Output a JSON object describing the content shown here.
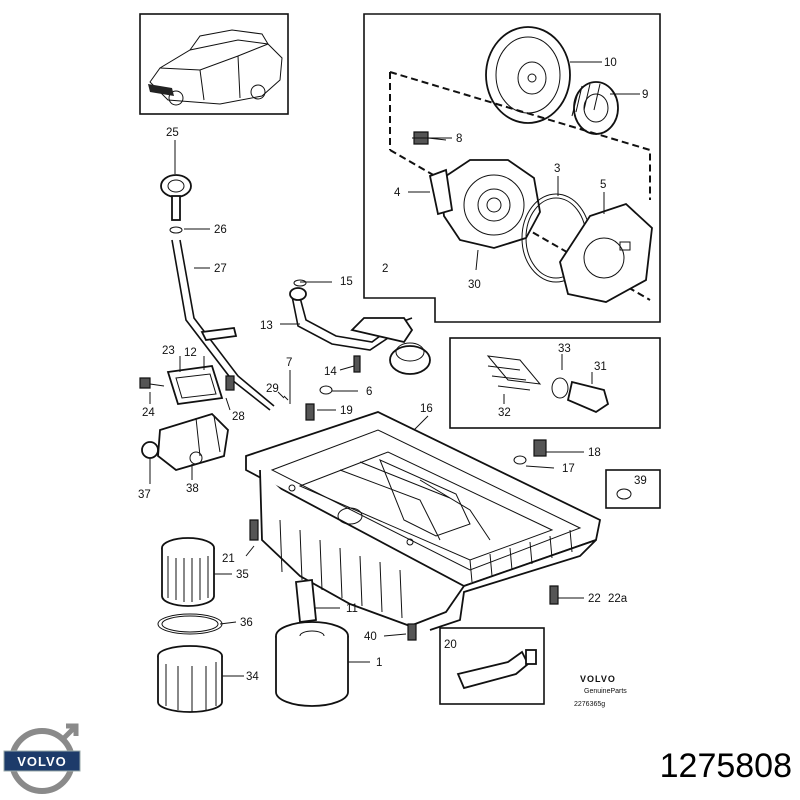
{
  "diagram": {
    "callouts": {
      "c1": "1",
      "c2": "2",
      "c3": "3",
      "c4": "4",
      "c5": "5",
      "c6": "6",
      "c7": "7",
      "c8": "8",
      "c9": "9",
      "c10": "10",
      "c11": "11",
      "c12": "12",
      "c13": "13",
      "c14": "14",
      "c15": "15",
      "c16": "16",
      "c17": "17",
      "c18": "18",
      "c19": "19",
      "c20": "20",
      "c21": "21",
      "c22": "22",
      "c22a": "22a",
      "c23": "23",
      "c24": "24",
      "c25": "25",
      "c26": "26",
      "c27": "27",
      "c28": "28",
      "c29": "29",
      "c30": "30",
      "c31": "31",
      "c32": "32",
      "c33": "33",
      "c34": "34",
      "c35": "35",
      "c36": "36",
      "c37": "37",
      "c38": "38",
      "c39": "39",
      "c40": "40"
    },
    "brand": {
      "name": "VOLVO",
      "sub": "GenuineParts",
      "drawing_no": "2276365g"
    },
    "part_number": "1275808",
    "logo_text": "VOLVO"
  }
}
